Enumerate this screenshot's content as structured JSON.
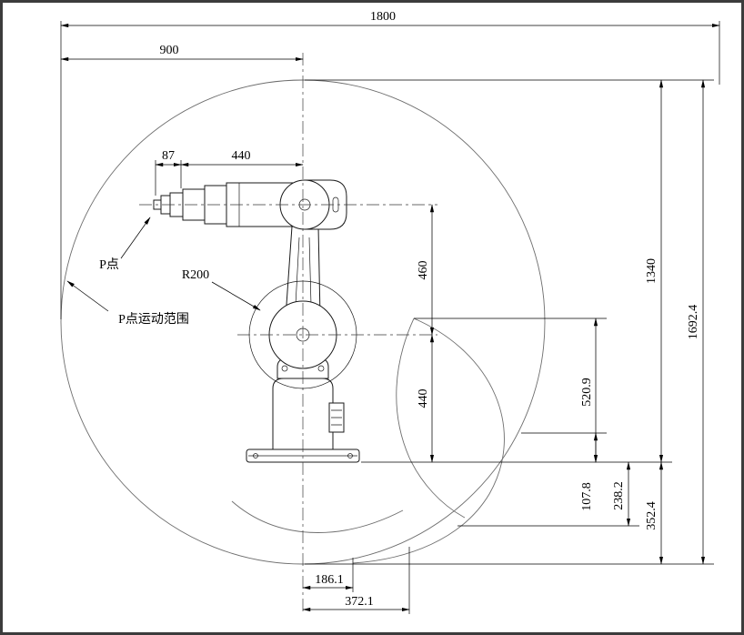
{
  "drawing_title": "robot-work-envelope-dimension-drawing",
  "dims": {
    "overall_width": "1800",
    "reach_left": "900",
    "tool_len": "87",
    "wrist_to_axis": "440",
    "elbow_to_shoulder": "460",
    "shoulder_to_base": "440",
    "notch_to_base": "520.9",
    "offset_small": "107.8",
    "below_base_mid": "238.2",
    "below_base_max": "352.4",
    "top_to_base": "1340",
    "overall_height": "1692.4",
    "bottom_near": "186.1",
    "bottom_far": "372.1"
  },
  "labels": {
    "p_point": "P点",
    "p_range": "P点运动范围",
    "radius": "R200"
  },
  "colors": {
    "line": "#000000",
    "envelope": "#6e6e6e",
    "background": "#ffffff"
  }
}
